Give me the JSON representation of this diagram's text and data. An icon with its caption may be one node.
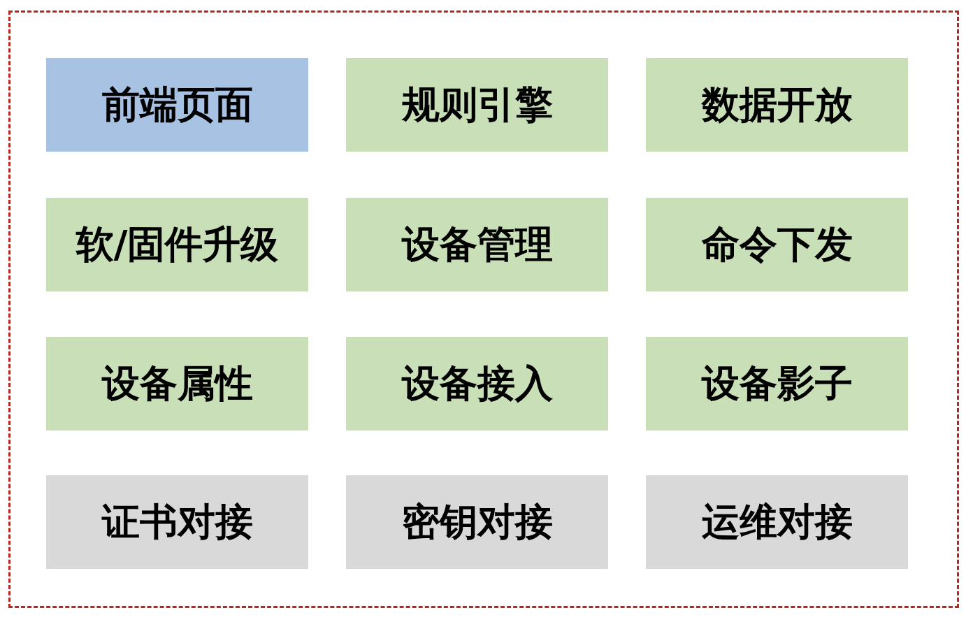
{
  "diagram": {
    "nodes": [
      {
        "text": [],
        "shape": "box"
      },
      {
        "text": [
          "前端页面"
        ],
        "in": 0
      },
      {
        "text": [
          "规则引擎"
        ],
        "in": 0
      },
      {
        "text": [
          "数据开放"
        ],
        "in": 0
      },
      {
        "text": [
          "软/固件升级"
        ],
        "in": 0
      },
      {
        "text": [
          "设备管理"
        ],
        "in": 0
      },
      {
        "text": [
          "命令下发"
        ],
        "in": 0
      },
      {
        "text": [
          "设备属性"
        ],
        "in": 0
      },
      {
        "text": [
          "设备接入"
        ],
        "in": 0
      },
      {
        "text": [
          "设备影子"
        ],
        "in": 0
      },
      {
        "text": [
          "证书对接"
        ],
        "in": 0
      },
      {
        "text": [
          "密钥对接"
        ],
        "in": 0
      },
      {
        "text": [
          "运维对接"
        ],
        "in": 0
      }
    ]
  }
}
